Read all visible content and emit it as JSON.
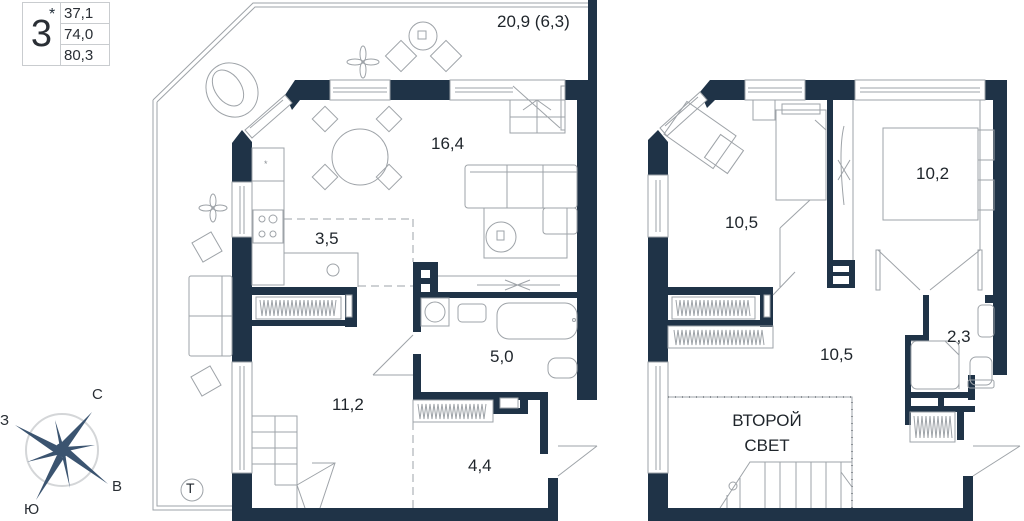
{
  "badge": {
    "rooms": "3",
    "rooms_marker": "*",
    "areas": [
      "37,1",
      "74,0",
      "80,3"
    ]
  },
  "first_floor": {
    "terrace": "20,9 (6,3)",
    "living_room": "16,4",
    "kitchen": "3,5",
    "bathroom": "5,0",
    "hall": "11,2",
    "vestibule": "4,4",
    "terrace_marker": "T"
  },
  "second_floor": {
    "bedroom_1": "10,5",
    "bedroom_2": "10,2",
    "hall": "10,5",
    "bathroom": "2,3",
    "second_light_line1": "ВТОРОЙ",
    "second_light_line2": "СВЕТ"
  },
  "compass": {
    "north": "С",
    "east": "В",
    "south": "Ю",
    "west": "З"
  },
  "colors": {
    "wall": "#1f3347",
    "line": "#9ea3a8",
    "compass": "#3b5470",
    "compass_ring": "#d4d6d8"
  }
}
